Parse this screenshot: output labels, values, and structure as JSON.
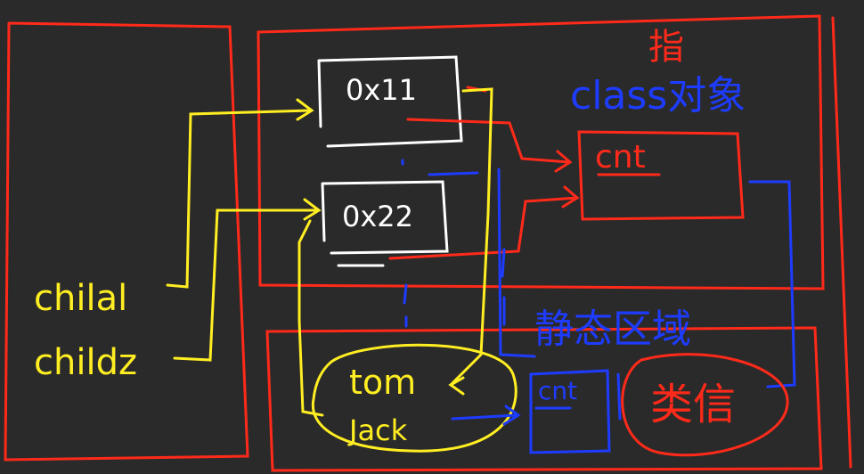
{
  "labels": {
    "child1": "chilal",
    "child2": "childz",
    "addr1": "0x11",
    "addr2": "0x22",
    "cnt_method": "cnt",
    "cnt_static": "cnt",
    "tom": "tom",
    "jack": "Jack",
    "top_mark": "指",
    "class_label": "class对象",
    "static_area": "静态区域",
    "class_ellipse": "类信"
  },
  "colors": {
    "background": "#2a2a2a",
    "red": "#ff2a1a",
    "yellow": "#ffee22",
    "blue": "#1e3cff",
    "white": "#ffffff"
  }
}
